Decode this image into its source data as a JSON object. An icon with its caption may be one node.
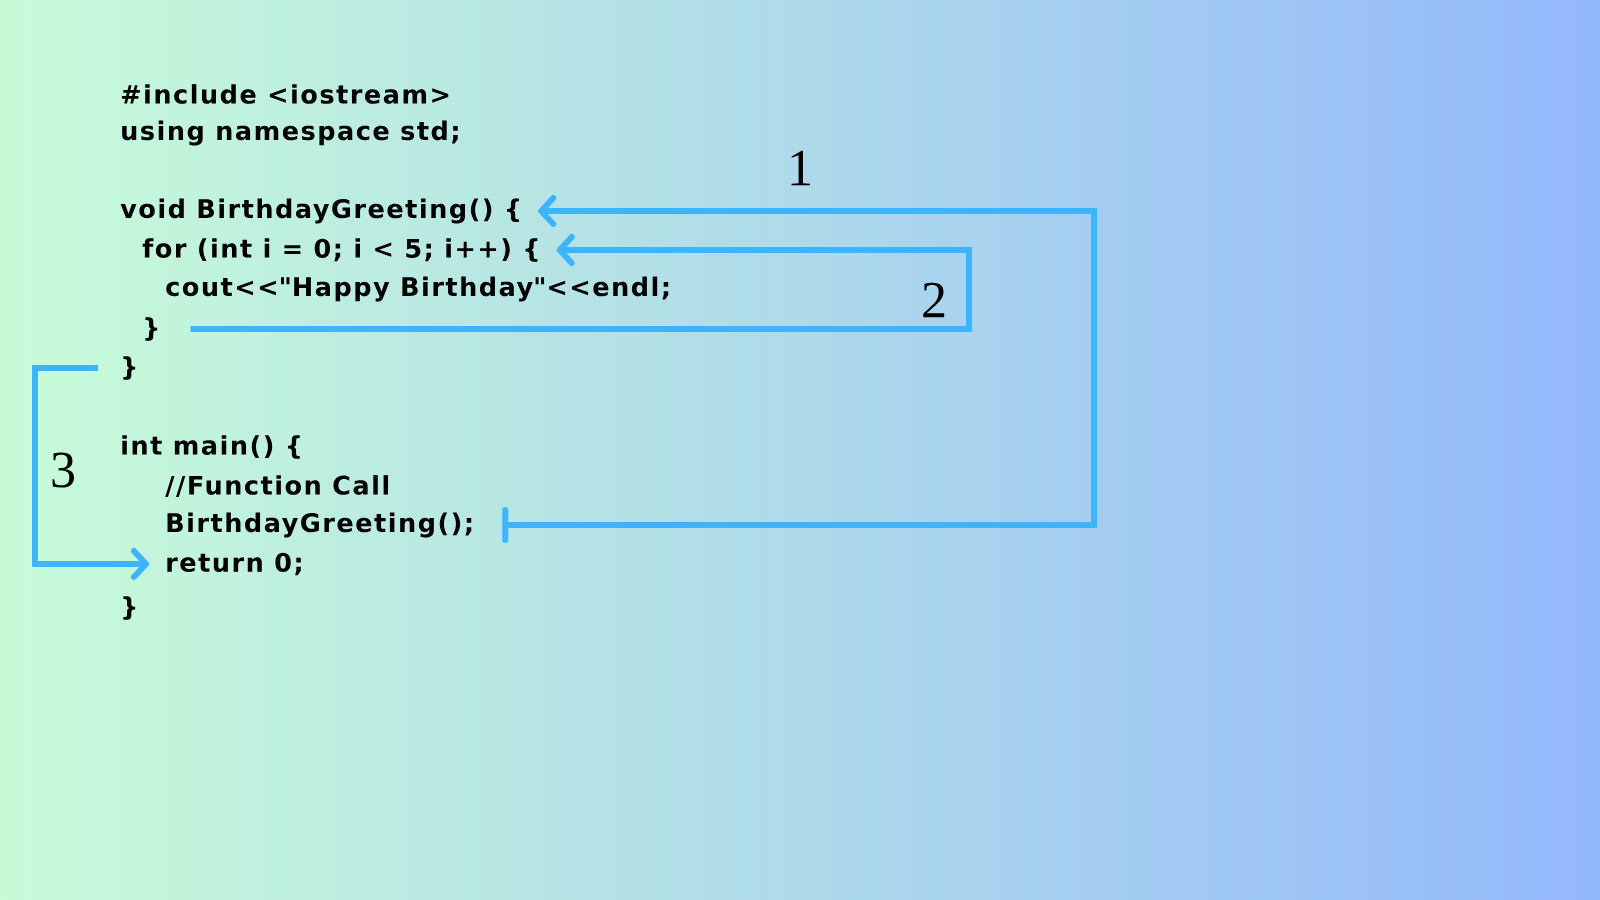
{
  "diagram": {
    "nodes": [
      {
        "text": [
          "#include <iostream>"
        ]
      },
      {
        "text": [
          "using namespace std;"
        ]
      },
      {
        "text": [
          "void BirthdayGreeting() {"
        ]
      },
      {
        "text": [
          "for (int i = 0; i < 5; i++) {"
        ]
      },
      {
        "text": [
          "cout<<\"Happy Birthday\"<<endl;"
        ]
      },
      {
        "text": [
          "}"
        ]
      },
      {
        "text": [
          "}"
        ]
      },
      {
        "text": [
          "int main() {"
        ]
      },
      {
        "text": [
          "//Function Call"
        ]
      },
      {
        "text": [
          "BirthdayGreeting();"
        ]
      },
      {
        "text": [
          "return 0;"
        ]
      },
      {
        "text": [
          "}"
        ]
      }
    ],
    "edges": [
      {
        "from": 9,
        "to": 2,
        "arrow": "to",
        "label": "1"
      },
      {
        "from": 5,
        "to": 3,
        "arrow": "to",
        "label": "2"
      },
      {
        "from": 6,
        "to": 10,
        "arrow": "to",
        "label": "3"
      }
    ]
  }
}
